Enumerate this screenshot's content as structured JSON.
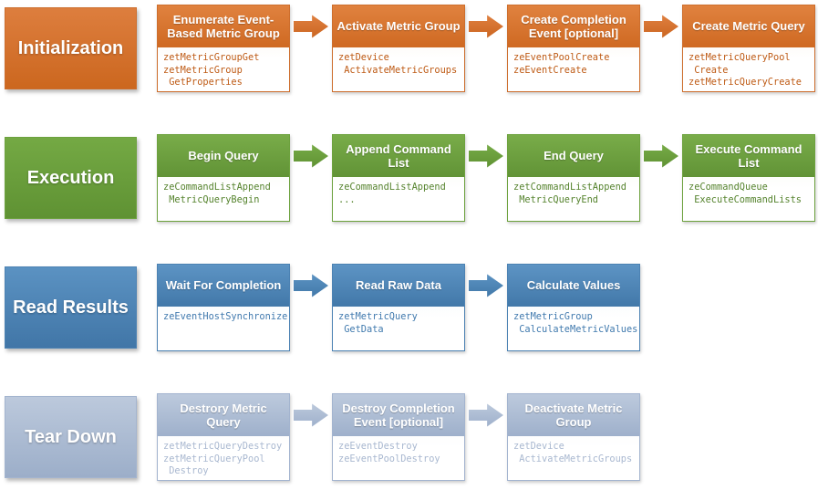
{
  "colors": {
    "orange": {
      "label_top": "#DD7E3E",
      "label_bottom": "#CC671F",
      "header_top": "#E0823F",
      "header_bottom": "#CF6922",
      "arrow_top": "#DF8040",
      "arrow_bottom": "#CB6520",
      "border": "#CD6E2D",
      "code": "#BE5A14",
      "tint": "#FAEFE4"
    },
    "green": {
      "label_top": "#74A944",
      "label_bottom": "#5F9233",
      "header_top": "#79AC49",
      "header_bottom": "#619336",
      "arrow_top": "#77AB47",
      "arrow_bottom": "#5F9233",
      "border": "#6DA23E",
      "code": "#55832D",
      "tint": "#F1F7EA"
    },
    "blue": {
      "label_top": "#5B92C2",
      "label_bottom": "#4176A7",
      "header_top": "#5D94C4",
      "header_bottom": "#4278A9",
      "arrow_top": "#5B92C2",
      "arrow_bottom": "#4278A9",
      "border": "#4C82B3",
      "code": "#417AAE",
      "tint": "#EDF3FA"
    },
    "gray": {
      "label_top": "#BCC9DC",
      "label_bottom": "#9CAEC9",
      "header_top": "#BDCADD",
      "header_bottom": "#9EB0CB",
      "arrow_top": "#BCC9DC",
      "arrow_bottom": "#9EB0CB",
      "border": "#A3B4CF",
      "code": "#A9B8D0",
      "tint": "#F4F6FA"
    }
  },
  "rows": [
    {
      "label": "Initialization",
      "theme": "orange",
      "steps": [
        {
          "title": "Enumerate Event-Based Metric Group",
          "code": "zetMetricGroupGet\nzetMetricGroup\n GetProperties"
        },
        {
          "title": "Activate Metric Group",
          "code": "zetDevice\n ActivateMetricGroups"
        },
        {
          "title": "Create Completion Event [optional]",
          "code": "zeEventPoolCreate\nzeEventCreate"
        },
        {
          "title": "Create Metric Query",
          "code": "zetMetricQueryPool\n Create\nzetMetricQueryCreate"
        }
      ]
    },
    {
      "label": "Execution",
      "theme": "green",
      "steps": [
        {
          "title": "Begin Query",
          "code": "zeCommandListAppend\n MetricQueryBegin"
        },
        {
          "title": "Append Command List",
          "code": "zeCommandListAppend\n..."
        },
        {
          "title": "End Query",
          "code": "zetCommandListAppend\n MetricQueryEnd"
        },
        {
          "title": "Execute Command List",
          "code": "zeCommandQueue\n ExecuteCommandLists"
        }
      ]
    },
    {
      "label": "Read Results",
      "theme": "blue",
      "steps": [
        {
          "title": "Wait For Completion",
          "code": "zeEventHostSynchronize"
        },
        {
          "title": "Read Raw Data",
          "code": "zetMetricQuery\n GetData"
        },
        {
          "title": "Calculate Values",
          "code": "zetMetricGroup\n CalculateMetricValues"
        }
      ]
    },
    {
      "label": "Tear Down",
      "theme": "gray",
      "steps": [
        {
          "title": "Destrory Metric Query",
          "code": "zetMetricQueryDestroy\nzetMetricQueryPool\n Destroy"
        },
        {
          "title": "Destroy Completion Event [optional]",
          "code": "zeEventDestroy\nzeEventPoolDestroy"
        },
        {
          "title": "Deactivate Metric Group",
          "code": "zetDevice\n ActivateMetricGroups"
        }
      ]
    }
  ]
}
